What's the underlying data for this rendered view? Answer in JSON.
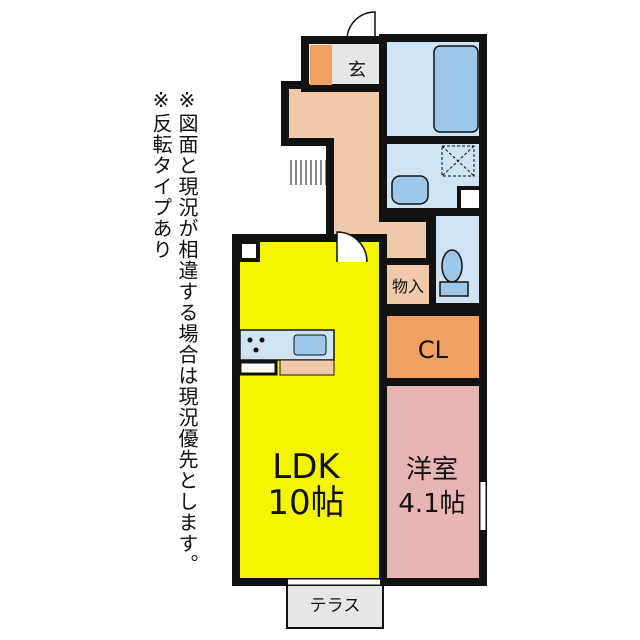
{
  "notes": {
    "note1": "※図面と現況が相違する場合は現況優先とします。",
    "note2": "※反転タイプあり"
  },
  "rooms": {
    "genkan": "玄",
    "storage": "物入",
    "closet": "CL",
    "ldk_name": "LDK",
    "ldk_size": "10帖",
    "western_name": "洋室",
    "western_size": "4.1帖",
    "terrace": "テラス"
  },
  "colors": {
    "ldk": "#f5f500",
    "hall": "#f0c9a8",
    "wet": "#cfe3f3",
    "closet": "#f0a060",
    "western": "#e8b5b5",
    "wall": "#111111",
    "terrace": "#e6e6e6"
  }
}
